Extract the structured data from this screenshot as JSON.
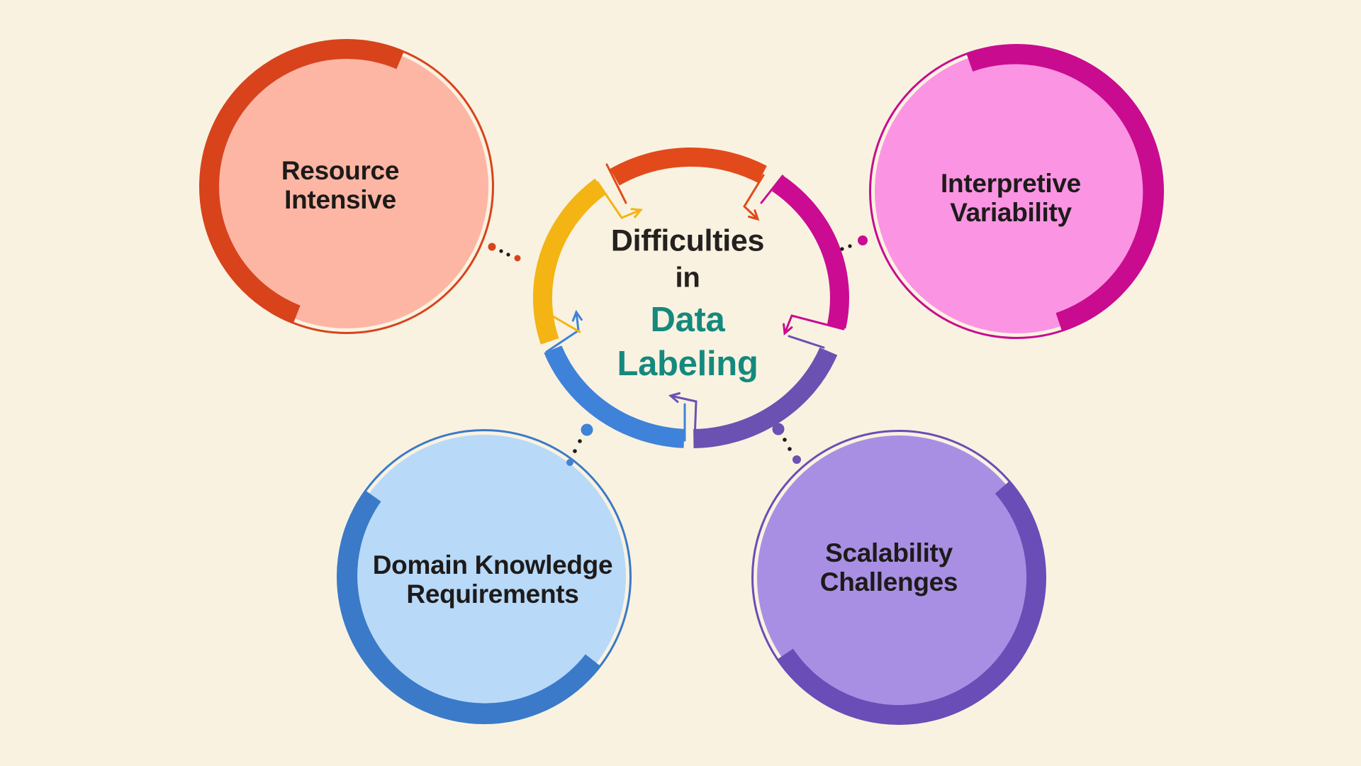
{
  "colors": {
    "background": "#f9f2e1",
    "text": "#1d1b1a",
    "hub_title_dark": "#24211f",
    "hub_title_teal": "#15897d"
  },
  "hub": {
    "title": {
      "line1": "Difficulties",
      "line2": "in",
      "line3": "Data",
      "line4": "Labeling"
    },
    "segments": [
      {
        "name": "orange",
        "color": "#e24a1b"
      },
      {
        "name": "magenta",
        "color": "#cb0b92"
      },
      {
        "name": "purple",
        "color": "#6a51b2"
      },
      {
        "name": "blue",
        "color": "#3f82d9"
      },
      {
        "name": "yellow",
        "color": "#f3b414"
      }
    ]
  },
  "satellites": [
    {
      "id": "resource-intensive",
      "label": "Resource\nIntensive",
      "fill": "#fdb6a4",
      "arc": "#d8431c"
    },
    {
      "id": "interpretive-variability",
      "label": "Interpretive\nVariability",
      "fill": "#fb94e3",
      "arc": "#c90b8f"
    },
    {
      "id": "domain-knowledge-requirements",
      "label": "Domain Knowledge\nRequirements",
      "fill": "#b8d9f8",
      "arc": "#3a7ac8"
    },
    {
      "id": "scalability-challenges",
      "label": "Scalability\nChallenges",
      "fill": "#a98fe3",
      "arc": "#6a4db6"
    }
  ]
}
